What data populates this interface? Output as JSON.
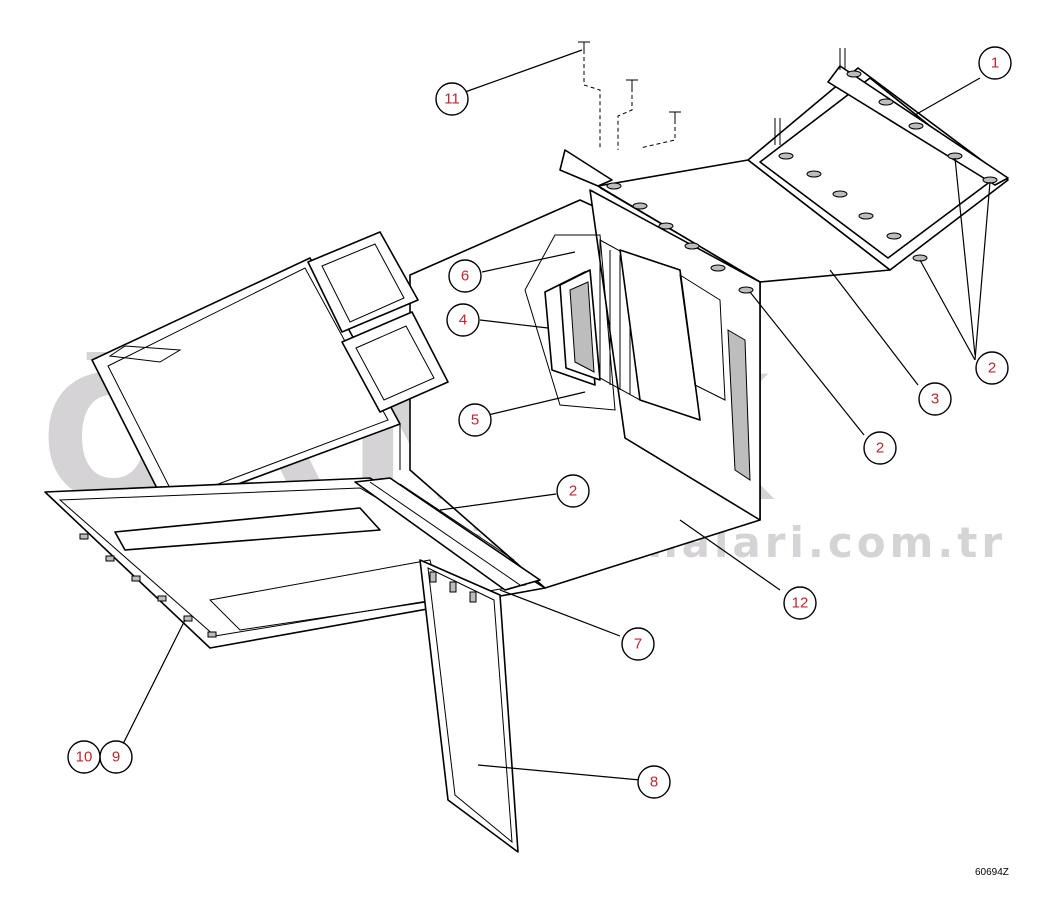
{
  "watermark": {
    "brand": "ÖRNEK",
    "url": "www.ornekiismakinalari.com.tr"
  },
  "drawing_code": "60694Z",
  "callouts": {
    "c1": "1",
    "c2a": "2",
    "c2b": "2",
    "c2c": "2",
    "c3": "3",
    "c4": "4",
    "c5": "5",
    "c6": "6",
    "c7": "7",
    "c8": "8",
    "c9": "9",
    "c10": "10",
    "c11": "11",
    "c12": "12"
  },
  "colors": {
    "callout_text": "#c0262e",
    "watermark": "#d6d3d6",
    "line": "#000000"
  }
}
